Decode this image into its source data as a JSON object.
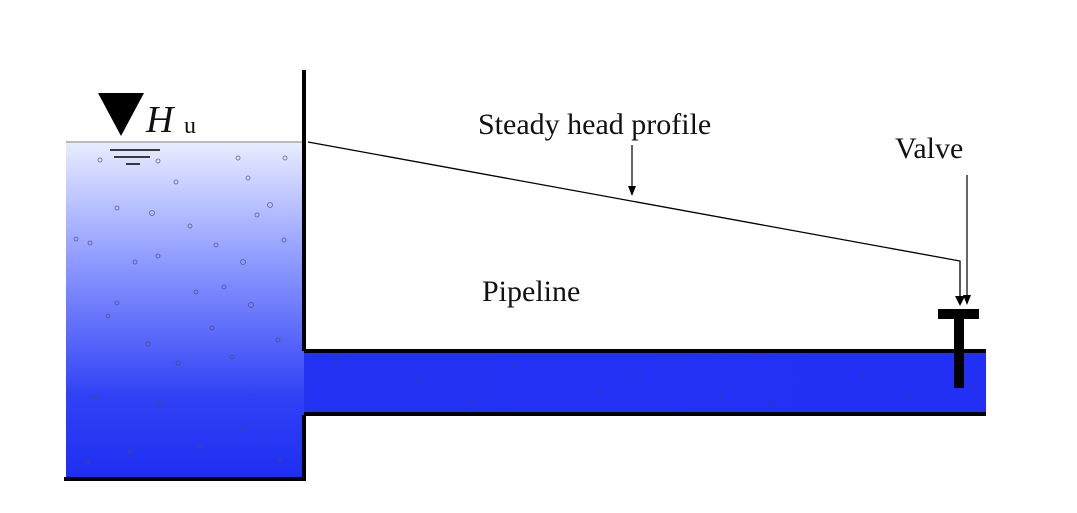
{
  "labels": {
    "reservoir_level_main": "H",
    "reservoir_level_sub": "u",
    "steady_head_profile": "Steady head profile",
    "valve": "Valve",
    "pipeline": "Pipeline"
  },
  "colors": {
    "water_top": "#dfe6ff",
    "water_bottom": "#1f2ff0",
    "pipe_water": "#1f2cf2",
    "walls": "#000000",
    "text": "#111111"
  }
}
